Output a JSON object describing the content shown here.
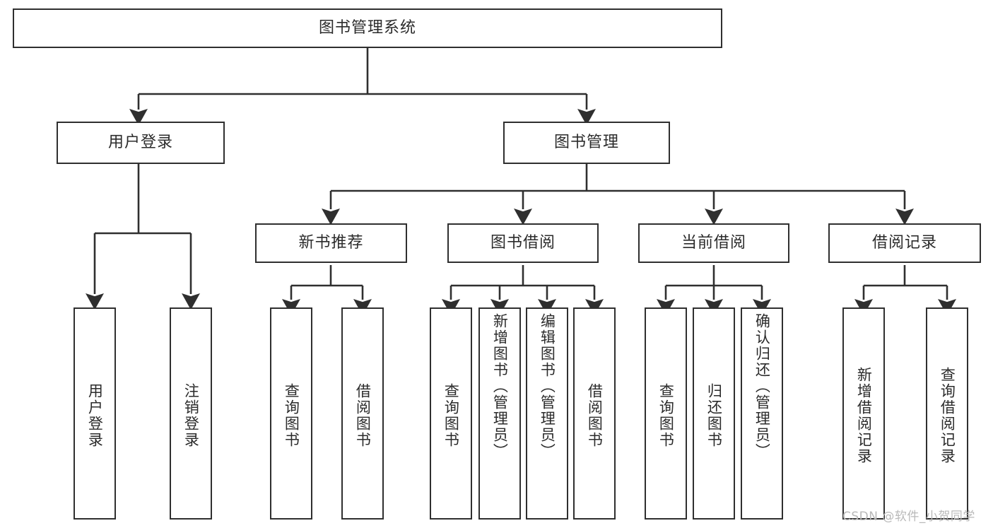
{
  "diagram": {
    "type": "tree-hierarchy",
    "title": "图书管理系统",
    "watermark": "CSDN @软件_小贺同学",
    "colors": {
      "stroke": "#2f2f2f",
      "fill": "#ffffff",
      "text": "#2b2b2b",
      "watermark": "#b9b9b9"
    },
    "levels": [
      {
        "level": 1,
        "nodes": [
          {
            "id": "root",
            "label": "图书管理系统",
            "orientation": "horizontal"
          }
        ]
      },
      {
        "level": 2,
        "nodes": [
          {
            "id": "user-login",
            "label": "用户登录",
            "orientation": "horizontal",
            "parent": "root"
          },
          {
            "id": "book-manage",
            "label": "图书管理",
            "orientation": "horizontal",
            "parent": "root"
          }
        ]
      },
      {
        "level": 3,
        "nodes": [
          {
            "id": "new-book-rec",
            "label": "新书推荐",
            "orientation": "horizontal",
            "parent": "book-manage"
          },
          {
            "id": "book-borrow",
            "label": "图书借阅",
            "orientation": "horizontal",
            "parent": "book-manage"
          },
          {
            "id": "current-borrow",
            "label": "当前借阅",
            "orientation": "horizontal",
            "parent": "book-manage"
          },
          {
            "id": "borrow-record",
            "label": "借阅记录",
            "orientation": "horizontal",
            "parent": "book-manage"
          }
        ]
      },
      {
        "level": 4,
        "nodes": [
          {
            "id": "leaf-user-login",
            "label": "用户登录",
            "orientation": "vertical",
            "parent": "user-login"
          },
          {
            "id": "leaf-logout",
            "label": "注销登录",
            "orientation": "vertical",
            "parent": "user-login"
          },
          {
            "id": "leaf-query-book-1",
            "label": "查询图书",
            "orientation": "vertical",
            "parent": "new-book-rec"
          },
          {
            "id": "leaf-borrow-book-1",
            "label": "借阅图书",
            "orientation": "vertical",
            "parent": "new-book-rec"
          },
          {
            "id": "leaf-query-book-2",
            "label": "查询图书",
            "orientation": "vertical",
            "parent": "book-borrow"
          },
          {
            "id": "leaf-add-book",
            "label": "新增图书（管理员）",
            "orientation": "vertical",
            "parent": "book-borrow"
          },
          {
            "id": "leaf-edit-book",
            "label": "编辑图书（管理员）",
            "orientation": "vertical",
            "parent": "book-borrow"
          },
          {
            "id": "leaf-borrow-book-2",
            "label": "借阅图书",
            "orientation": "vertical",
            "parent": "book-borrow"
          },
          {
            "id": "leaf-query-book-3",
            "label": "查询图书",
            "orientation": "vertical",
            "parent": "current-borrow"
          },
          {
            "id": "leaf-return-book",
            "label": "归还图书",
            "orientation": "vertical",
            "parent": "current-borrow"
          },
          {
            "id": "leaf-confirm-return",
            "label": "确认归还（管理员）",
            "orientation": "vertical",
            "parent": "current-borrow"
          },
          {
            "id": "leaf-add-record",
            "label": "新增借阅记录",
            "orientation": "vertical",
            "parent": "borrow-record"
          },
          {
            "id": "leaf-query-record",
            "label": "查询借阅记录",
            "orientation": "vertical",
            "parent": "borrow-record"
          }
        ]
      }
    ]
  }
}
